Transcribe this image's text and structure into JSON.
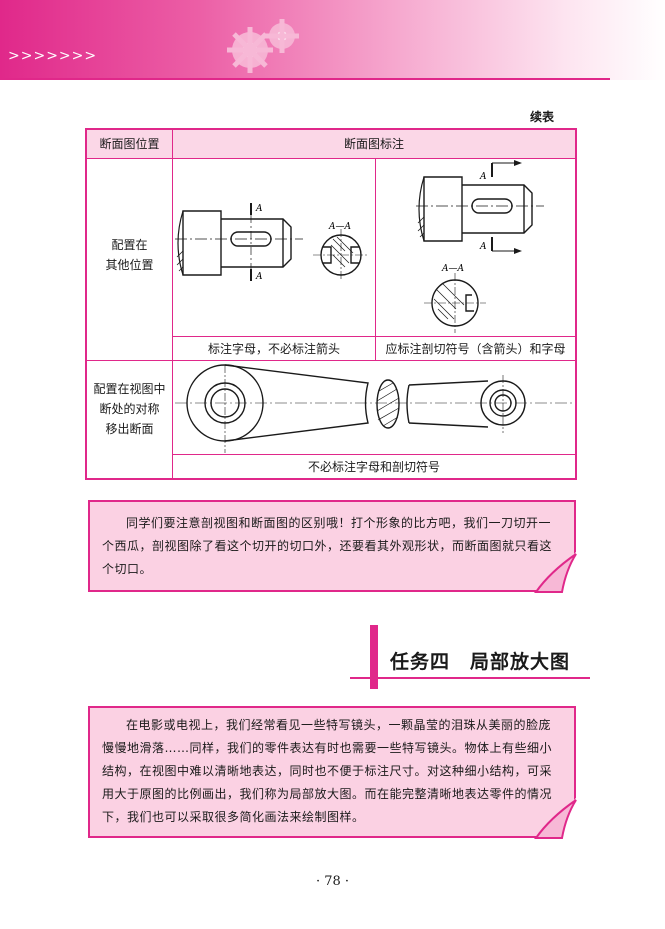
{
  "header": {
    "chevrons": ">>>>>>>"
  },
  "continued_label": "续表",
  "table": {
    "col1_header": "断面图位置",
    "col2_header": "断面图标注",
    "row1_label_line1": "配置在",
    "row1_label_line2": "其他位置",
    "row1_caption_left": "标注字母，不必标注箭头",
    "row1_caption_right": "应标注剖切符号（含箭头）和字母",
    "row2_label_line1": "配置在视图中",
    "row2_label_line2": "断处的对称",
    "row2_label_line3": "移出断面",
    "row2_caption": "不必标注字母和剖切符号",
    "fig_letter": "A",
    "fig_section_label": "A—A"
  },
  "note1": {
    "text": "同学们要注意剖视图和断面图的区别哦！打个形象的比方吧，我们一刀切开一个西瓜，剖视图除了看这个切开的切口外，还要看其外观形状，而断面图就只看这个切口。"
  },
  "section": {
    "title": "任务四　局部放大图"
  },
  "note2": {
    "text": "在电影或电视上，我们经常看见一些特写镜头，一颗晶莹的泪珠从美丽的脸庞慢慢地滑落……同样，我们的零件表达有时也需要一些特写镜头。物体上有些细小结构，在视图中难以清晰地表达，同时也不便于标注尺寸。对这种细小结构，可采用大于原图的比例画出，我们称为局部放大图。而在能完整清晰地表达零件的情况下，我们也可以采取很多简化画法来绘制图样。"
  },
  "page_number": "· 78 ·"
}
